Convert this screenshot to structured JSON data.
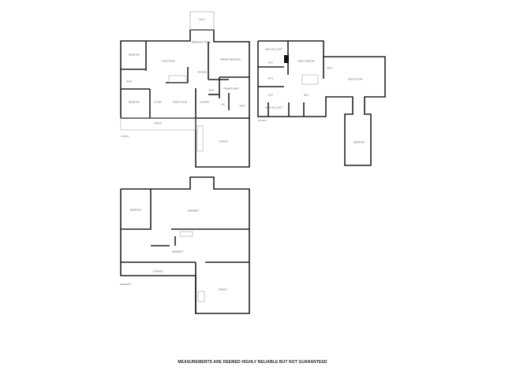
{
  "disclaimer": "MEASUREMENTS ARE DEEMED HIGHLY RELIABLE BUT NOT GUARANTEED",
  "floors": {
    "main": {
      "label": "FLOOR 1",
      "rooms": [
        "DECK",
        "BREAKFAST ROOM",
        "BEDROOM",
        "LIVING ROOM",
        "PRIMARY BEDROOM",
        "KITCHEN",
        "BATH",
        "BEDROOM",
        "FOYER",
        "DINING ROOM",
        "LAUNDRY",
        "BATH",
        "PRIMARY BATH",
        "WIC",
        "BATH",
        "PORCH",
        "GARAGE"
      ]
    },
    "upper": {
      "label": "FLOOR 2",
      "rooms": [
        "WALK-IN CLOSET",
        "LOFT",
        "ATTIC",
        "LOFT",
        "WALK-IN CLOSET",
        "OPEN TO BELOW",
        "BATH",
        "BONUS ROOM",
        "HALL",
        "BEDROOM"
      ]
    },
    "basement": {
      "label": "BASEMENT",
      "rooms": [
        "BEDROOM",
        "BASEMENT",
        "BASEMENT",
        "STORAGE",
        "GARAGE"
      ]
    }
  }
}
